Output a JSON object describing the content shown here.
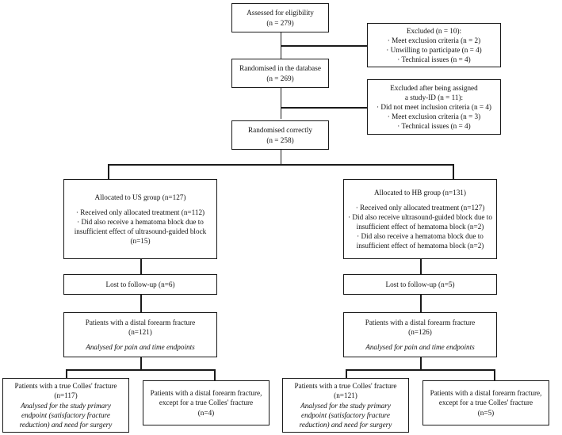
{
  "diagram": {
    "type": "flowchart",
    "title": "CONSORT participant flow diagram",
    "accent_color": "#1a1a1a",
    "background_color": "#ffffff"
  },
  "nodes": {
    "assessed": {
      "label": "Assessed for eligibility",
      "count_text": "(n = 279)",
      "n": 279
    },
    "excluded_1": {
      "header": "Excluded (n = 10):",
      "n": 10,
      "reasons": [
        "· Meet exclusion criteria (n = 2)",
        "· Unwilling to participate (n = 4)",
        "· Technical issues (n = 4)"
      ]
    },
    "randomised_db": {
      "label": "Randomised in the database",
      "count_text": "(n = 269)",
      "n": 269
    },
    "excluded_2": {
      "header_line1": "Excluded after being assigned",
      "header_line2": "a study-ID (n = 11):",
      "n": 11,
      "reasons": [
        "· Did not meet inclusion criteria (n = 4)",
        "· Meet exclusion criteria (n = 3)",
        "· Technical issues (n = 4)"
      ]
    },
    "randomised_correct": {
      "label": "Randomised correctly",
      "count_text": "(n = 258)",
      "n": 258
    },
    "alloc_us": {
      "label": "Allocated to US group (n=127)",
      "n": 127,
      "details": [
        "· Received only allocated treatment (n=112)",
        "· Did also receive a hematoma block due to insufficient effect of ultrasound-guided block (n=15)"
      ]
    },
    "alloc_hb": {
      "label": "Allocated to HB group (n=131)",
      "n": 131,
      "details": [
        "· Received only allocated treatment (n=127)",
        "· Did also receive ultrasound-guided block due to insufficient effect of hematoma block (n=2)",
        "· Did also receive a hematoma block due to insufficient effect of hematoma block (n=2)"
      ]
    },
    "lost_us": {
      "label": "Lost to follow-up (n=6)",
      "n": 6
    },
    "lost_hb": {
      "label": "Lost to follow-up (n=5)",
      "n": 5
    },
    "analysed_us": {
      "label": "Patients with a distal forearm fracture",
      "count_text": "(n=121)",
      "n": 121,
      "emphasis": "Analysed for pain and time endpoints"
    },
    "analysed_hb": {
      "label": "Patients with a distal forearm fracture",
      "count_text": "(n=126)",
      "n": 126,
      "emphasis": "Analysed for pain and time endpoints"
    },
    "colles_us": {
      "label": "Patients with a true Colles' fracture",
      "count_text": "(n=117)",
      "n": 117,
      "emphasis": "Analysed for the study primary endpoint (satisfactory fracture reduction) and need for surgery"
    },
    "except_us": {
      "label_line1": "Patients with a distal forearm fracture,",
      "label_line2": "except for a true Colles' fracture",
      "count_text": "(n=4)",
      "n": 4
    },
    "colles_hb": {
      "label": "Patients with a true Colles' fracture",
      "count_text": "(n=121)",
      "n": 121,
      "emphasis": "Analysed for the study primary endpoint (satisfactory fracture reduction) and need for surgery"
    },
    "except_hb": {
      "label_line1": "Patients with a distal forearm fracture,",
      "label_line2": "except for a true Colles' fracture",
      "count_text": "(n=5)",
      "n": 5
    }
  }
}
